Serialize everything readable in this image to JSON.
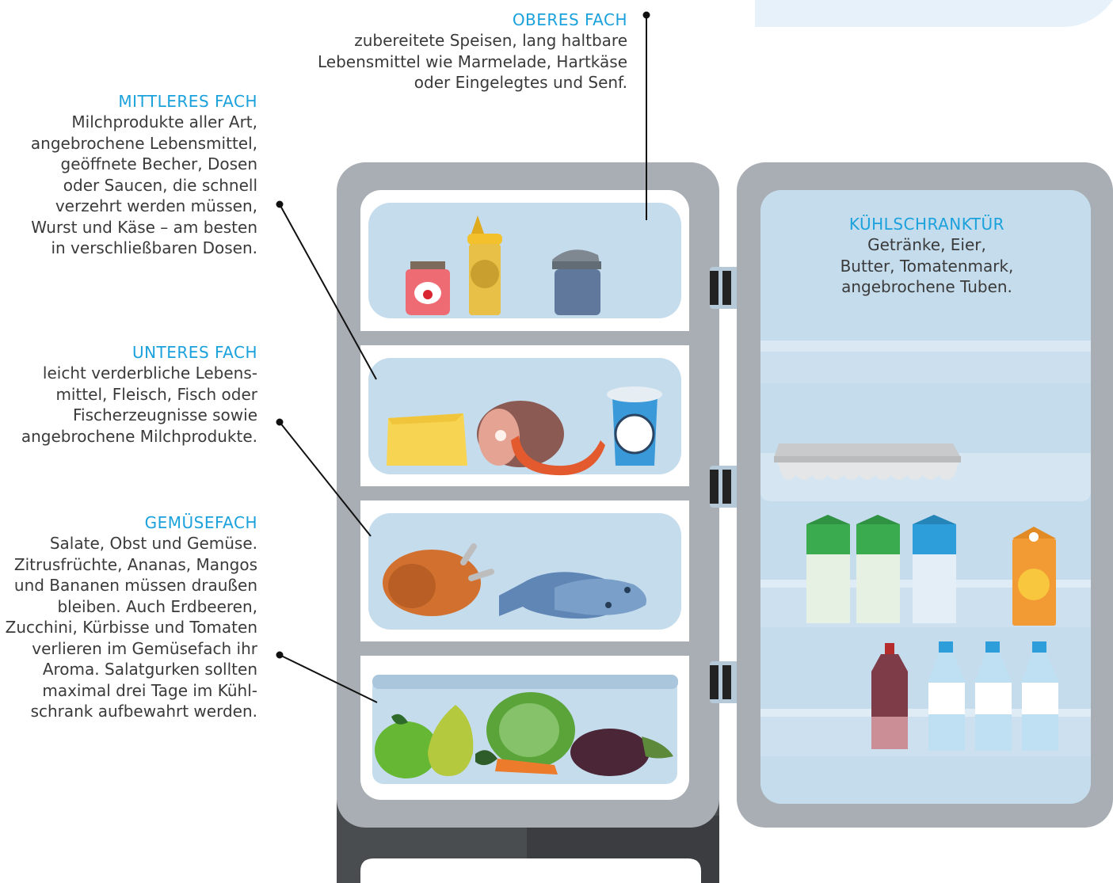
{
  "labels": {
    "oberes_fach": {
      "heading": "OBERES FACH",
      "text": "zubereitete Speisen, lang haltbare\nLebensmittel wie Marmelade, Hartkäse\noder Eingelegtes und Senf."
    },
    "mittleres_fach": {
      "heading": "MITTLERES FACH",
      "text": "Milchprodukte aller Art,\nangebrochene Lebensmittel,\ngeöffnete Becher, Dosen\noder Saucen, die schnell\nverzehrt werden müssen,\nWurst und Käse – am besten\nin verschließbaren Dosen."
    },
    "unteres_fach": {
      "heading": "UNTERES FACH",
      "text": "leicht verderbliche Lebens-\nmittel, Fleisch, Fisch oder\nFischerzeugnisse sowie\nangebrochene Milchprodukte."
    },
    "gemuesefach": {
      "heading": "GEMÜSEFACH",
      "text": "Salate, Obst und Gemüse.\nZitrusfrüchte, Ananas, Mangos\nund Bananen müssen draußen\nbleiben. Auch Erdbeeren,\nZucchini, Kürbisse und Tomaten\nverlieren im Gemüsefach ihr\nAroma. Salatgurken sollten\nmaximal drei Tage im Kühl-\nschrank aufbewahrt werden."
    },
    "kuehlschranktuer": {
      "heading": "KÜHLSCHRANKTÜR",
      "text": "Getränke, Eier,\nButter, Tomatenmark,\nangebrochene Tuben."
    }
  },
  "colors": {
    "heading": "#1ba1dc",
    "text": "#3a3a3a",
    "fridge_body": "#a5abb0",
    "fridge_dark": "#3f4245",
    "shelf": "#c5dced",
    "inside": "#ffffff"
  }
}
